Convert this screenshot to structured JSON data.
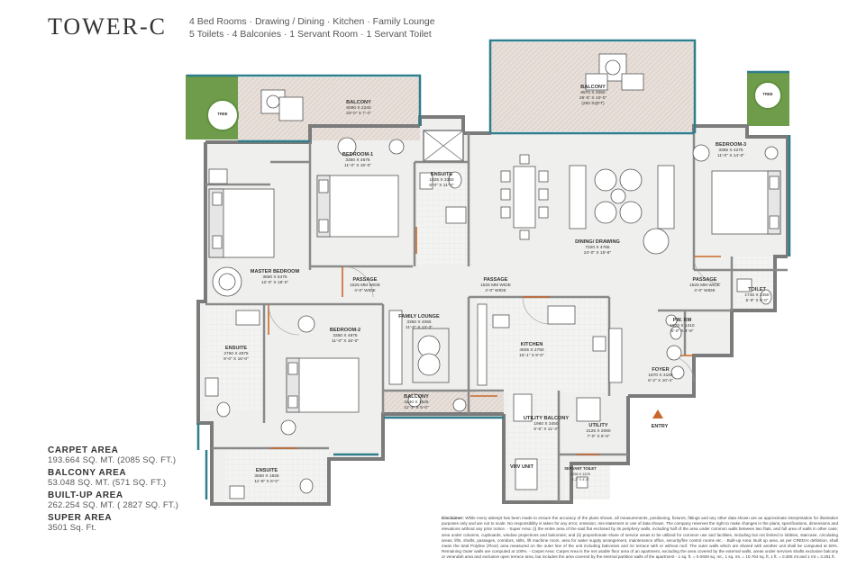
{
  "tower": "TOWER-C",
  "specs": {
    "line1": "4 Bed Rooms · Drawing / Dining · Kitchen · Family Lounge",
    "line2": "5 Toilets · 4 Balconies · 1 Servant Room · 1 Servant Toilet"
  },
  "areas": [
    {
      "label": "CARPET AREA",
      "value": "193.664 SQ. MT. (2085 SQ. FT.)"
    },
    {
      "label": "BALCONY AREA",
      "value": "53.048 SQ. MT. (571 SQ. FT.)"
    },
    {
      "label": "BUILT-UP AREA",
      "value": "262.254 SQ. MT. ( 2827 SQ. FT.)"
    },
    {
      "label": "SUPER AREA",
      "value": "3501 Sq. Ft."
    }
  ],
  "disclaimer": {
    "lead": "Disclaimer:",
    "text": "While every attempt has been made to ensure the accuracy of the plans shown, all measurements, positioning, fixtures, fittings and any other data shown are an approximate interpretation for illustrative purposes only and are not to scale. No responsibility is taken for any error, omission, mis-statement or use of data shown. The company reserves the right to make changes in the plans, specifications, dimensions and elevations without any prior notice. - Super Area: (i) the entire area of the said flat enclosed by its periphery walls, including half of the area under common walls between two flats, and full area of walls in other case; area under columns, cupboards, window projections and balconies; and (ii) proportionate share of service areas to be utilized for common use and facilities, including but not limited to lobbies, staircase, circulating areas, lifts, shafts, passages, corridors, stilts, lift machine room, area for water supply arrangement, maintenance office, security/fire control rooms etc. - Built-up Area: Built up area, as per CREDAI definition, shall mean the total Polyline (Floor) area measured on the outer line of the unit including balconies and /or terrace with or without roof. The outer walls which are shared with another unit shall be computed at 50%. Remaining Outer walls are computed at 100%. - Carpet Area: Carpet Area is the net usable floor area of an apartment, excluding the area covered by the external walls, areas under services shafts exclusive balcony or verandah area and exclusive open terrace area, but includes the area covered by the internal partition walls of the apartment - 1 sq. ft. = 0.0929 sq. mt., 1 sq. mt. = 10.764 sq. ft, 1 ft. = 0.305 mt and 1 mt = 3.281 ft."
  },
  "rooms": [
    {
      "id": "balcony-1",
      "name": "BALCONY",
      "dims": [
        "6090 X 2240",
        "20'-0\" X 7'-4\""
      ]
    },
    {
      "id": "balcony-2",
      "name": "BALCONY",
      "dims": [
        "8970 X 3050",
        "29'-5\" X 10'-0\"",
        "(250 SQFT)"
      ]
    },
    {
      "id": "tree-1",
      "name": "TREE",
      "dims": []
    },
    {
      "id": "tree-2",
      "name": "TREE",
      "dims": []
    },
    {
      "id": "bedroom-1",
      "name": "BEDROOM-1",
      "dims": [
        "3350 X 4575",
        "11'-0\" X 15'-0\""
      ]
    },
    {
      "id": "ensuite-1",
      "name": "ENSUITE",
      "dims": [
        "1825 X 3350",
        "6'-0\" X 11'-0\""
      ]
    },
    {
      "id": "bedroom-3",
      "name": "BEDROOM-3",
      "dims": [
        "3355 X 4275",
        "11'-0\" X 14'-0\""
      ]
    },
    {
      "id": "dining",
      "name": "DINING/ DRAWING",
      "dims": [
        "7320 X 4765",
        "24'-0\" X 15'-8\""
      ]
    },
    {
      "id": "master",
      "name": "MASTER BEDROOM",
      "dims": [
        "3650 X 5475",
        "12'-0\" X 18'-0\""
      ]
    },
    {
      "id": "passage-1",
      "name": "PASSAGE",
      "dims": [
        "1525 MM WIDE",
        "4'-0\" WIDE"
      ]
    },
    {
      "id": "passage-2",
      "name": "PASSAGE",
      "dims": [
        "1525 MM WIDE",
        "4'-0\" WIDE"
      ]
    },
    {
      "id": "passage-3",
      "name": "PASSAGE",
      "dims": [
        "1525 MM WIDE",
        "4'-0\" WIDE"
      ]
    },
    {
      "id": "toilet",
      "name": "TOILET",
      "dims": [
        "1745 X 2450",
        "5'-9\" X 8'-0\""
      ]
    },
    {
      "id": "pwrm",
      "name": "PW. RM",
      "dims": [
        "1520 X 1410",
        "5'-0\" X 4'-8\""
      ]
    },
    {
      "id": "family",
      "name": "FAMILY LOUNGE",
      "dims": [
        "3350 X 4065",
        "11'-0\" X 13'-3\""
      ]
    },
    {
      "id": "ensuite-2",
      "name": "ENSUITE",
      "dims": [
        "2750 X 4875",
        "9'-0\" X 16'-0\""
      ]
    },
    {
      "id": "bedroom-2",
      "name": "BEDROOM-2",
      "dims": [
        "3350 X 4875",
        "11'-0\" X 16'-0\""
      ]
    },
    {
      "id": "kitchen",
      "name": "KITCHEN",
      "dims": [
        "4605 X 2750",
        "15'-1\" X 9'-0\""
      ]
    },
    {
      "id": "foyer",
      "name": "FOYER",
      "dims": [
        "1870 X 3160",
        "6'-2\" X 10'-4\""
      ]
    },
    {
      "id": "balcony-3",
      "name": "BALCONY",
      "dims": [
        "3440 X 1525",
        "11'-3\" X 5'-0\""
      ]
    },
    {
      "id": "utility-balcony",
      "name": "UTILITY BALCONY",
      "dims": [
        "1960 X 3450",
        "6'-5\" X 11'-4\""
      ]
    },
    {
      "id": "utility",
      "name": "UTILITY",
      "dims": [
        "2125 X 2060",
        "7'-0\" X 6'-9\""
      ]
    },
    {
      "id": "vrv",
      "name": "VRV UNIT",
      "dims": []
    },
    {
      "id": "servant-toilet",
      "name": "SERVANT TOILET",
      "dims": [
        "1265 X 1425",
        "4'-2\" X 4'-8\""
      ]
    },
    {
      "id": "ensuite-3",
      "name": "ENSUITE",
      "dims": [
        "3550 X 1825",
        "11'-8\" X 6'-0\""
      ]
    }
  ],
  "entry": "ENTRY",
  "colors": {
    "wall": "#7b7b7b",
    "wall_dark": "#5e5e5e",
    "floor": "#efefed",
    "balcony": "#e7dfda",
    "balcony_hatch": "#d8c9c0",
    "glass": "#2f7e8c",
    "door": "#c8682a",
    "tree": "#5f8f3e"
  }
}
